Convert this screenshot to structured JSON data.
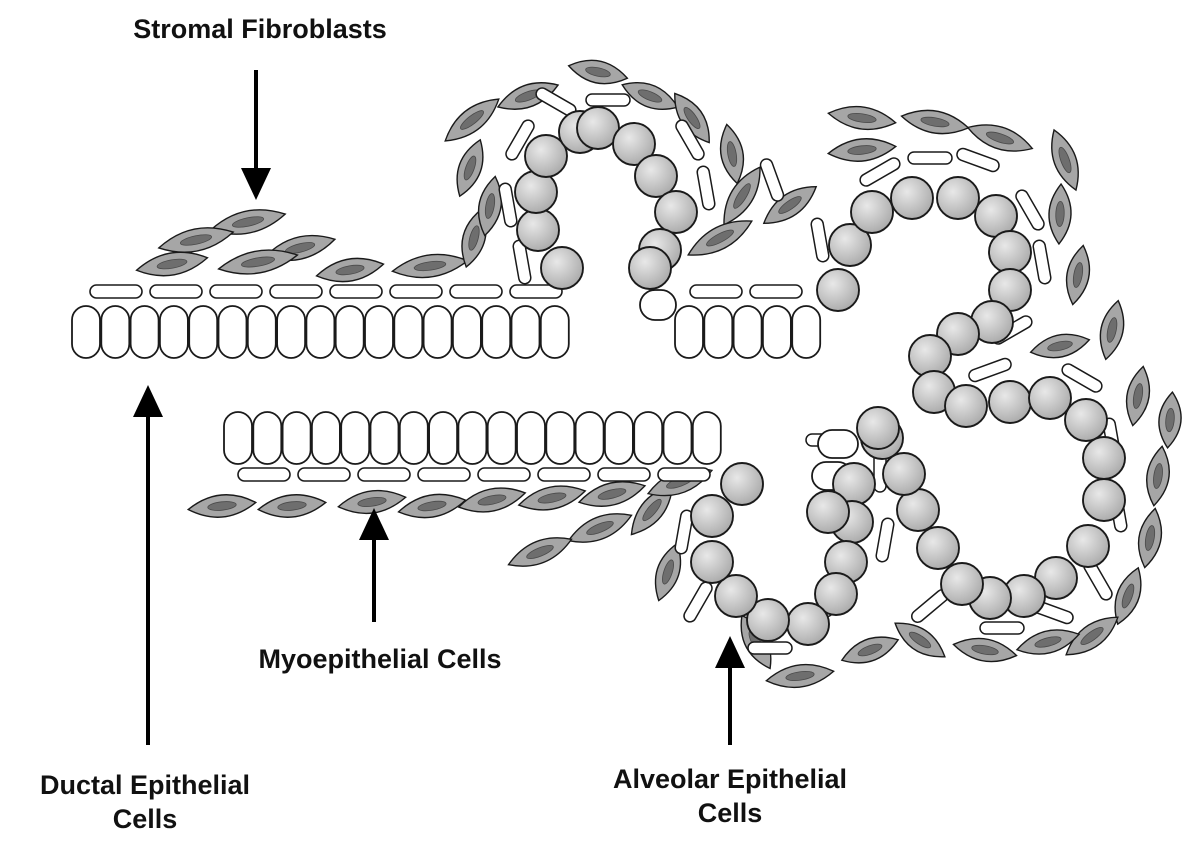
{
  "labels": {
    "stromal": "Stromal Fibroblasts",
    "myoepithelial": "Myoepithelial Cells",
    "ductal_line1": "Ductal Epithelial",
    "ductal_line2": "Cells",
    "alveolar_line1": "Alveolar Epithelial",
    "alveolar_line2": "Cells"
  },
  "colors": {
    "outline": "#1a1a1a",
    "fibroblast_fill": "#a6a6a6",
    "fibroblast_nucleus": "#6e6e6e",
    "alveolar_cell_fill": "#bcbcbc",
    "ductal_cell_fill": "#ffffff",
    "myoepithelial_fill": "#ffffff",
    "arrow": "#000000"
  }
}
